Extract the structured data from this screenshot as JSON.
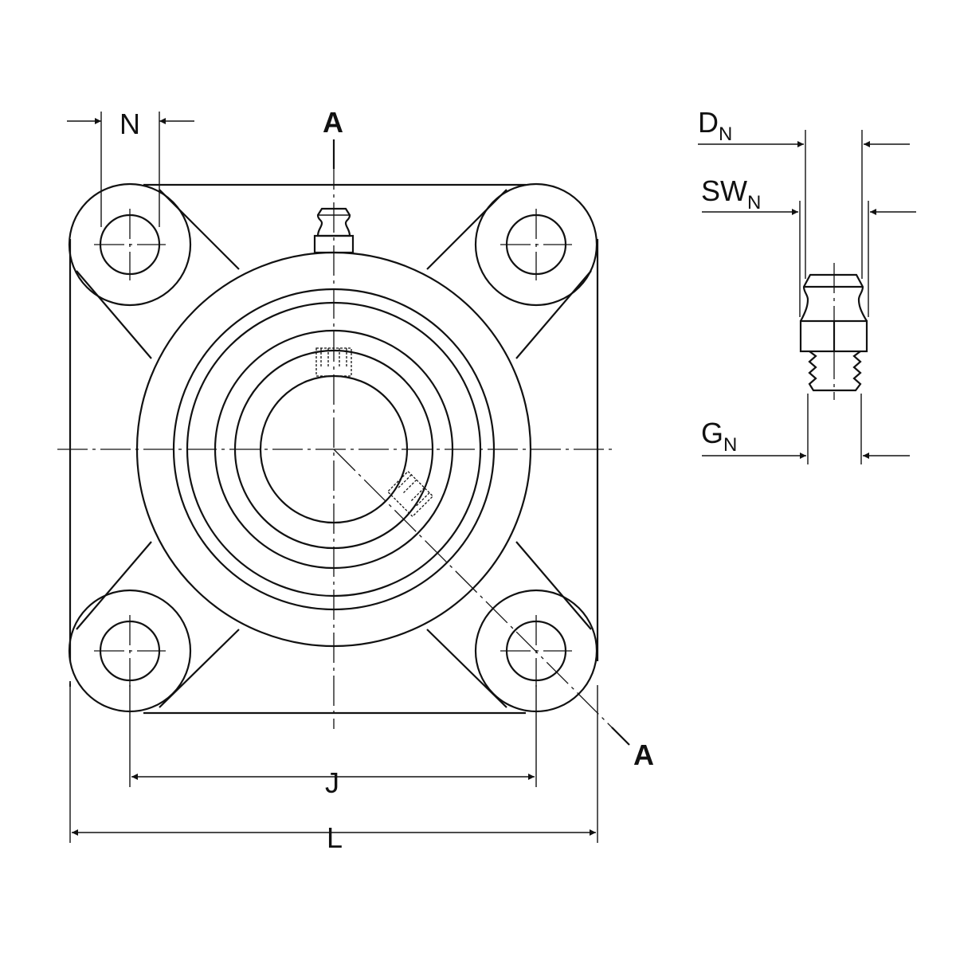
{
  "labels": {
    "N": "N",
    "section_top": "A",
    "section_bottom": "A",
    "J": "J",
    "L": "L",
    "DN_main": "D",
    "DN_sub": "N",
    "SWN_main": "SW",
    "SWN_sub": "N",
    "GN_main": "G",
    "GN_sub": "N"
  },
  "colors": {
    "line": "#111111",
    "bore_fill": "#dfe5e8"
  }
}
